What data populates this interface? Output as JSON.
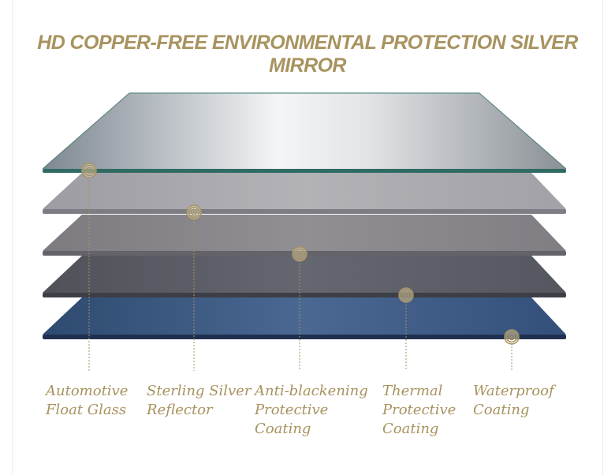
{
  "title": "HD COPPER-FREE ENVIRONMENTAL PROTECTION SILVER MIRROR",
  "layers": [
    {
      "label": "Automotive\nFloat Glass"
    },
    {
      "label": "Sterling Silver\nReflector"
    },
    {
      "label": "Anti-blackening\nProtective\nCoating"
    },
    {
      "label": "Thermal\nProtective\nCoating"
    },
    {
      "label": "Waterproof\nCoating"
    }
  ],
  "colors": {
    "accent": "#a8935f",
    "glass_edge": "#2f6b62",
    "silver": "#a9a9ae",
    "antiblack": "#8a888c",
    "thermal": "#5e6068",
    "waterproof": "#3e5c86"
  }
}
